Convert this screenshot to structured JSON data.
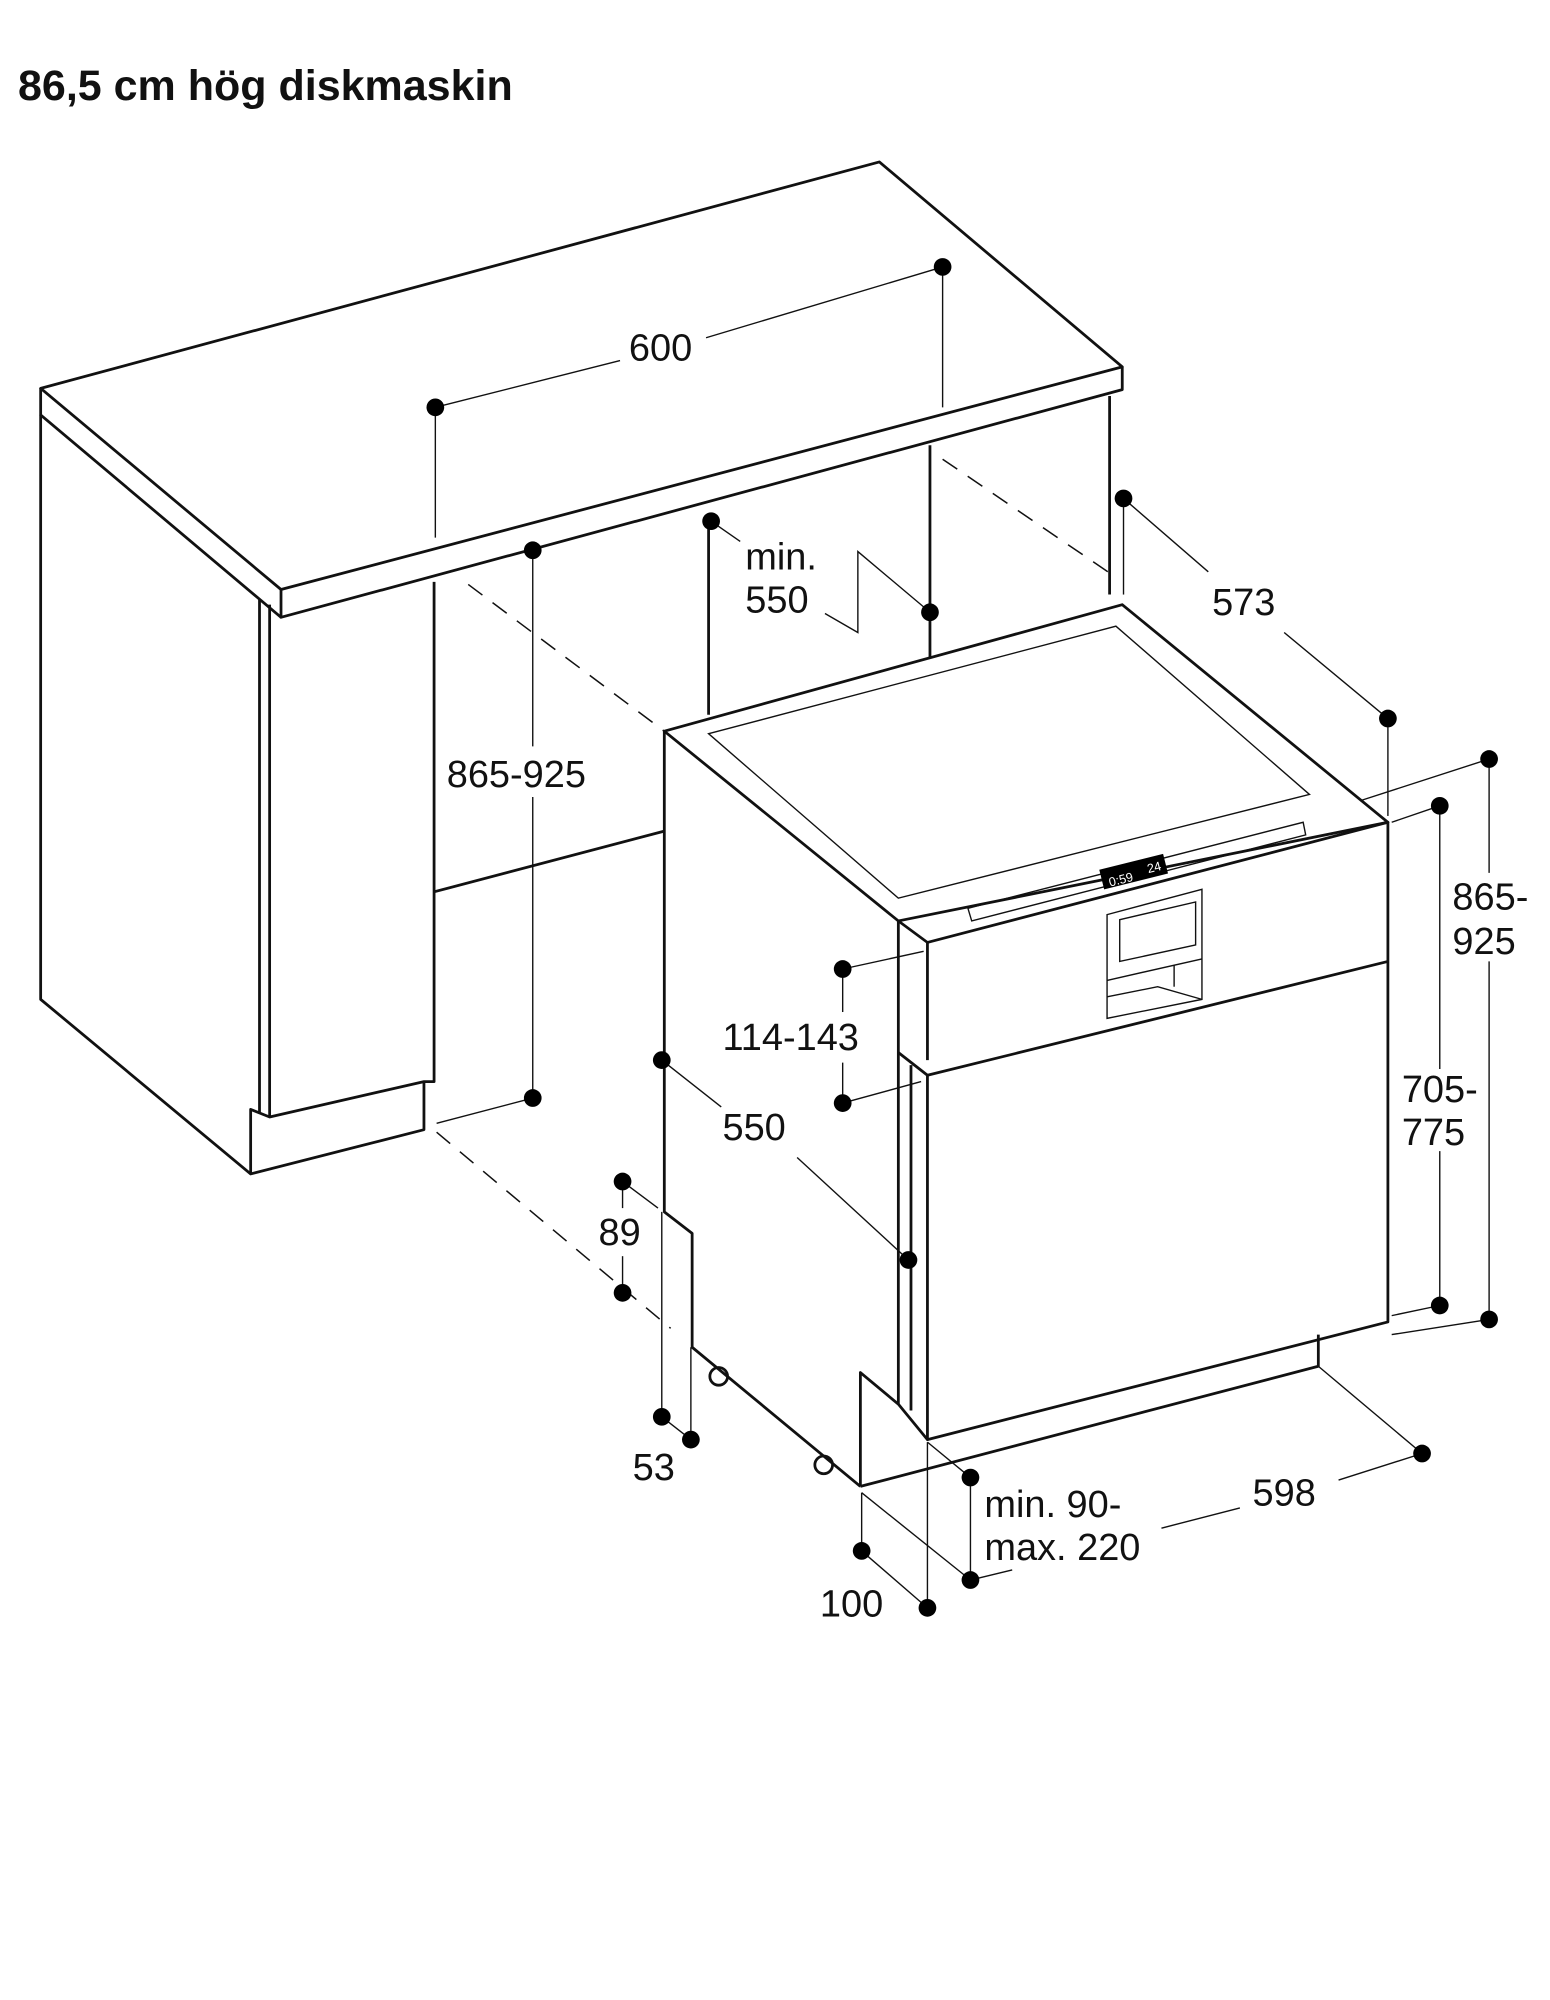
{
  "title": "86,5 cm hög diskmaskin",
  "dimensions": {
    "cabinet_width": "600",
    "cabinet_height": "865-925",
    "min_depth_line1": "min.",
    "min_depth_line2": "550",
    "depth": "573",
    "total_height_line1": "865-",
    "total_height_line2": "925",
    "body_height_line1": "705-",
    "body_height_line2": "775",
    "panel_height": "114-143",
    "side_depth": "550",
    "plinth_step": "89",
    "foot_offset": "53",
    "door_offset": "100",
    "plinth_line1": "min. 90-",
    "plinth_line2": "max. 220",
    "width": "598"
  },
  "panel_display": {
    "time": "0:59",
    "value": "24"
  }
}
